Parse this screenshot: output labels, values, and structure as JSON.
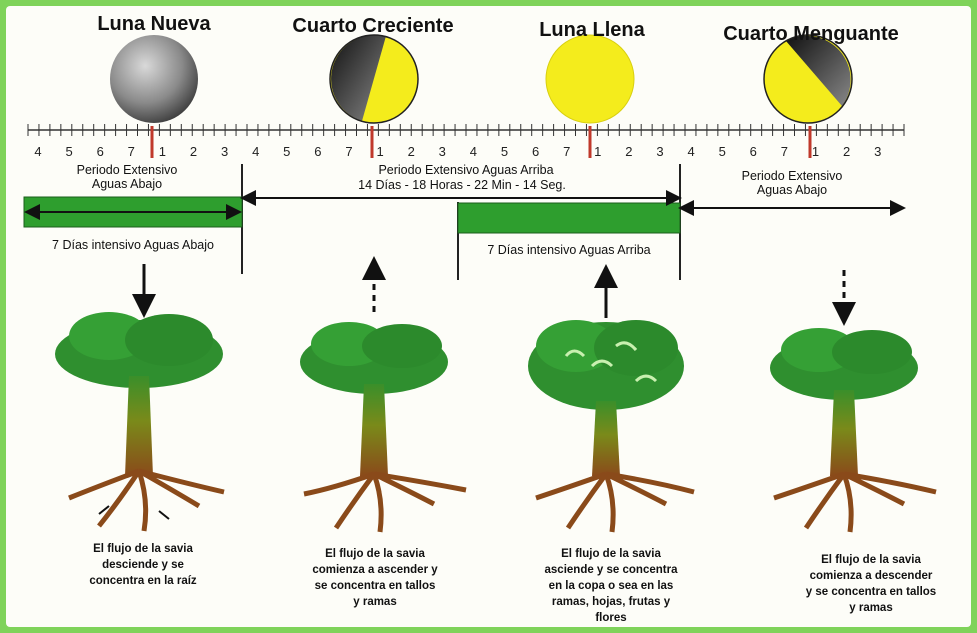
{
  "phases": [
    {
      "name": "Luna Nueva"
    },
    {
      "name": "Cuarto Creciente"
    },
    {
      "name": "Luna Llena"
    },
    {
      "name": "Cuarto Menguante"
    }
  ],
  "scale_numbers": [
    "4",
    "5",
    "6",
    "7",
    "1",
    "2",
    "3",
    "4",
    "5",
    "6",
    "7",
    "1",
    "2",
    "3",
    "4",
    "5",
    "6",
    "7",
    "1",
    "2",
    "3",
    "4",
    "5",
    "6",
    "7",
    "1",
    "2",
    "3"
  ],
  "labels": {
    "left_extensive": "Periodo Extensivo\nAguas Abajo",
    "center_extensive": "Periodo Extensivo Aguas Arriba",
    "duration": "14 Días - 18 Horas - 22 Min - 14 Seg.",
    "right_extensive": "Periodo Extensivo\nAguas Abajo",
    "left_intensive": "7 Días intensivo Aguas Abajo",
    "right_intensive": "7 Días intensivo Aguas Arriba"
  },
  "descriptions": [
    "El flujo de la savia\ndesciende y se\nconcentra en la raíz",
    "El flujo de la savia\ncomienza a ascender y\nse concentra en tallos\ny ramas",
    "El flujo de la savia\nasciende y se concentra\nen la copa o sea en las\nramas, hojas, frutas y\nflores",
    "El flujo de la savia\ncomienza a descender\ny se concentra en tallos\ny ramas"
  ],
  "colors": {
    "border": "#7fd35a",
    "bar_green": "#2e9e2e",
    "tree_green": "#2f8f2f",
    "trunk": "#7a4a1a",
    "moon_yellow": "#f4ec1c",
    "marker_red": "#c0392b"
  }
}
